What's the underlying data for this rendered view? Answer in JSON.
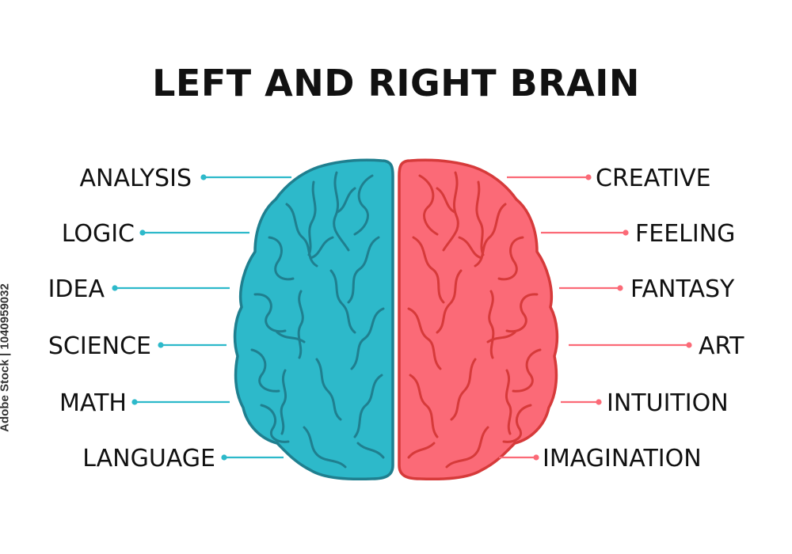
{
  "title": "LEFT AND RIGHT BRAIN",
  "left": {
    "color": "#2db9ca",
    "stroke": "#1f7f8f",
    "labels": [
      "ANALYSIS",
      "LOGIC",
      "IDEA",
      "SCIENCE",
      "MATH",
      "LANGUAGE"
    ]
  },
  "right": {
    "color": "#fb6a77",
    "stroke": "#d63a3a",
    "labels": [
      "CREATIVE",
      "FEELING",
      "FANTASY",
      "ART",
      "INTUITION",
      "IMAGINATION"
    ]
  },
  "stock": {
    "id": "1040959032",
    "separator": "|",
    "source": "Adobe Stock"
  }
}
